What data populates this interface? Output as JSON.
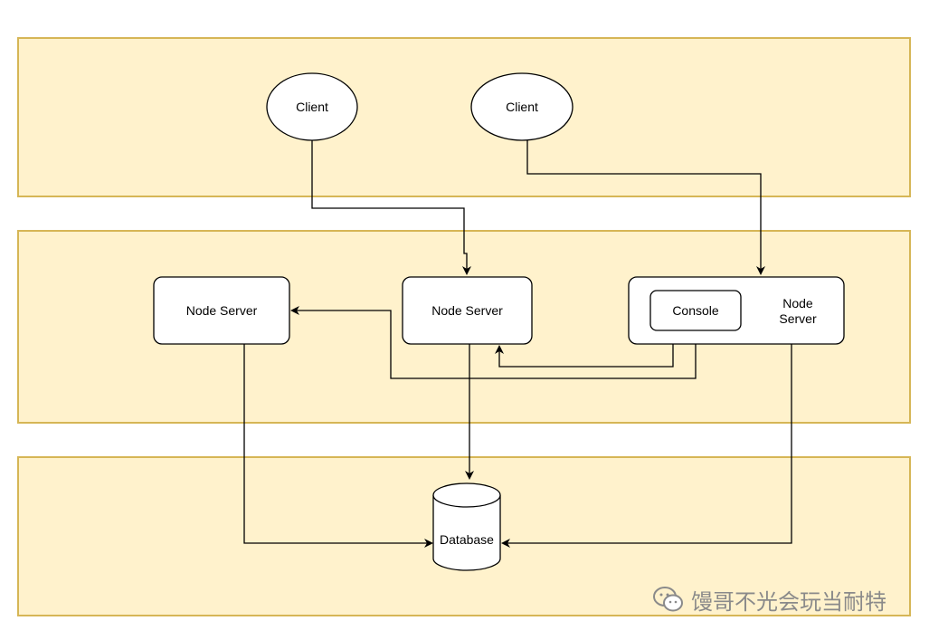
{
  "diagram": {
    "nodes": {
      "client_a": "Client",
      "client_b": "Client",
      "node_server_a": "Node Server",
      "node_server_b": "Node Server",
      "node_server_c": "Node\nServer",
      "console": "Console",
      "database": "Database"
    }
  },
  "watermark": {
    "text": "馒哥不光会玩当耐特",
    "icon": "wechat-icon"
  },
  "colors": {
    "band_fill": "#fff2cc",
    "band_border": "#d6b656",
    "stroke": "#000000"
  }
}
